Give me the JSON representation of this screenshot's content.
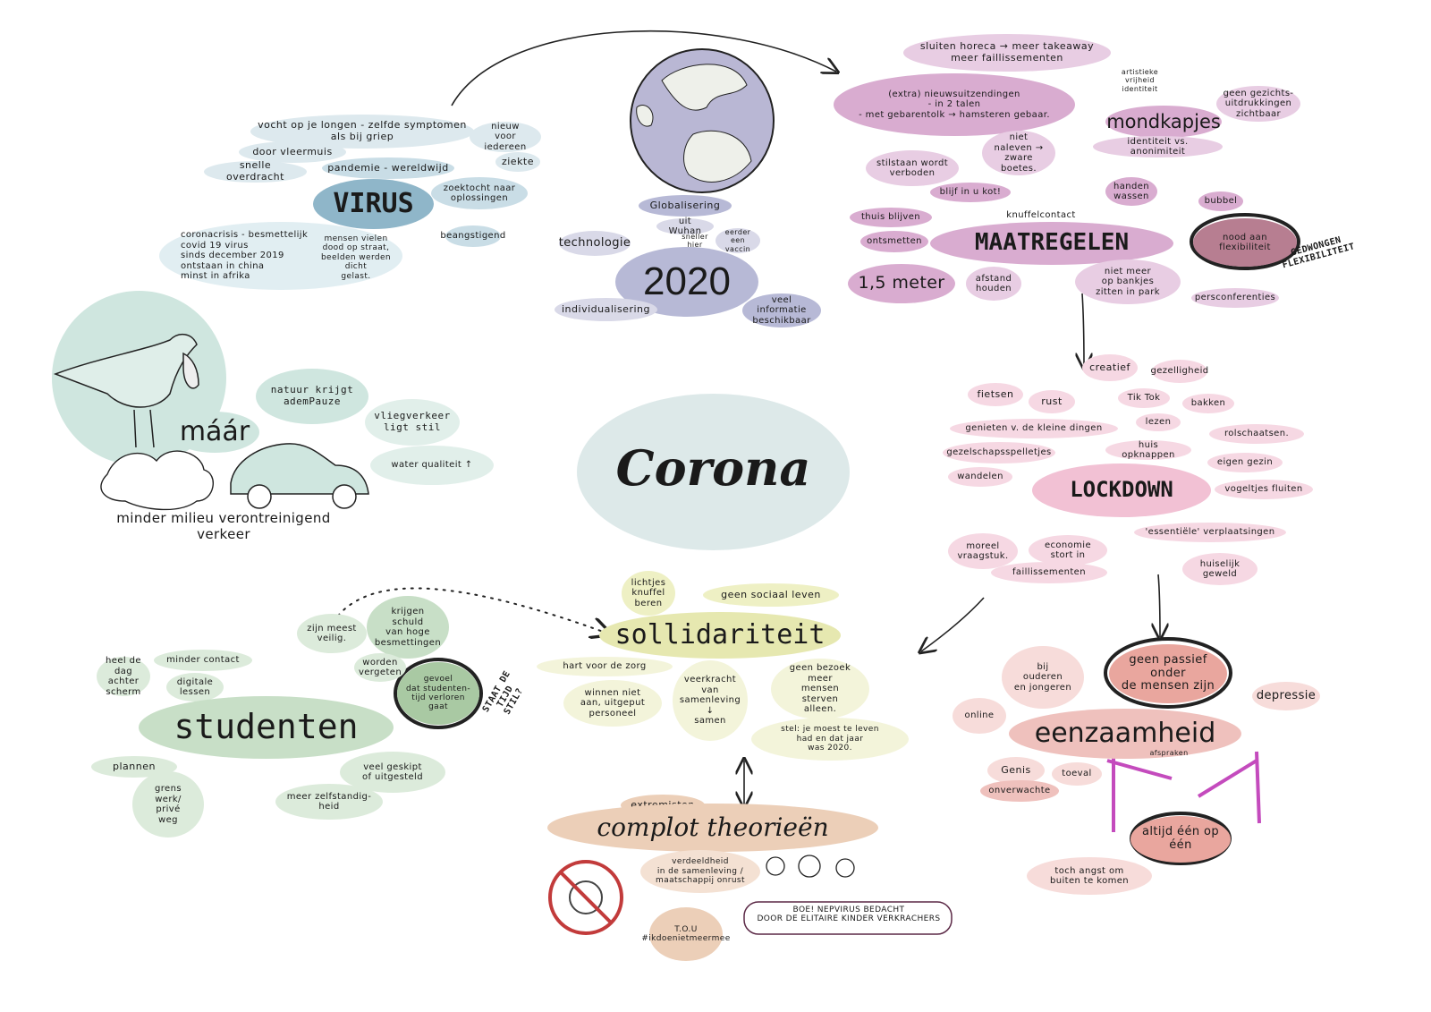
{
  "colors": {
    "virus": "#c9dde6",
    "year": "#b7b9d6",
    "measures": "#d9acd0",
    "lockdown": "#f2c1d4",
    "nature": "#cfe6df",
    "students": "#c8dfc7",
    "solidarity": "#eef0c4",
    "loneliness": "#efc1bd",
    "conspiracy": "#eccfb8",
    "center": "#dde9e9"
  },
  "center": {
    "title": "Corona"
  },
  "virus": {
    "title": "VIRUS",
    "items": [
      "vocht op je longen - zelfde symptomen\nals bij griep",
      "nieuw\nvoor iedereen",
      "door vleermuis",
      "ziekte",
      "snelle overdracht",
      "pandemie - wereldwijd",
      "zoektocht naar\noplossingen",
      "beangstigend",
      "coronacrisis - besmettelijk\ncovid 19 virus\nsinds december 2019\nontstaan in china\nminst in afrika",
      "mensen vielen\ndood op straat,\nbeelden werden\ndicht\ngelast."
    ]
  },
  "year": {
    "title": "2020",
    "items": [
      "Globalisering",
      "uit Wuhan",
      "sneller hier",
      "eerder een\nvaccin",
      "technologie",
      "individualisering",
      "veel informatie\nbeschikbaar"
    ]
  },
  "measures": {
    "title": "MAATREGELEN",
    "items": [
      "sluiten horeca → meer takeaway\nmeer faillissementen",
      "(extra) nieuwsuitzendingen\n- in 2 talen\n- met gebarentolk → hamsteren gebaar.",
      "artistieke vrijheid\nidentiteit",
      "geen gezichts-\nuitdrukkingen\nzichtbaar",
      "niet\nnaleven →\nzware boetes.",
      "identiteit vs. anonimiteit",
      "stilstaan wordt\nverboden",
      "blijf in u kot!",
      "handen\nwassen",
      "bubbel",
      "thuis blijven",
      "knuffelcontact",
      "ontsmetten",
      "nood aan\nflexibiliteit",
      "1,5 meter",
      "afstand\nhouden",
      "niet meer\nop bankjes\nzitten in park",
      "persconferenties"
    ],
    "mask_title": "mondkapjes",
    "forced_label": "GEDWONGEN\nFLEXIBILITEIT"
  },
  "lockdown": {
    "title": "LOCKDOWN",
    "items": [
      "creatief",
      "gezelligheid",
      "fietsen",
      "rust",
      "Tik Tok",
      "bakken",
      "lezen",
      "genieten v. de kleine dingen",
      "rolschaatsen.",
      "huis opknappen",
      "gezelschapsspelletjes",
      "eigen gezin",
      "wandelen",
      "vogeltjes fluiten",
      "'essentiële' verplaatsingen",
      "moreel\nvraagstuk.",
      "economie\nstort in",
      "faillissementen",
      "huiselijk\ngeweld"
    ]
  },
  "nature": {
    "title": "máár",
    "items": [
      "natuur krijgt\nademPauze",
      "vliegverkeer\nligt stil",
      "water qualiteit ↑"
    ],
    "caption": "minder milieu verontreinigend\nverkeer"
  },
  "students": {
    "title": "studenten",
    "items": [
      "heel de\ndag achter\nscherm",
      "minder contact",
      "digitale\nlessen",
      "zijn meest\nveilig.",
      "krijgen\nschuld\nvan hoge\nbesmettingen",
      "worden\nvergeten",
      "gevoel\ndat studenten-\ntijd verloren\ngaat",
      "plannen",
      "grens\nwerk/\nprivé\nweg",
      "veel geskipt\nof uitgesteld",
      "meer zelfstandig-\nheid"
    ],
    "side_label": "STAAT DE TIJD\nSTIL?"
  },
  "solidarity": {
    "title": "sollidariteit",
    "items": [
      "lichtjes\nknuffel\nberen",
      "geen sociaal leven",
      "hart voor de zorg",
      "veerkracht\nvan\nsamenleving\n↓\nsamen",
      "geen bezoek meer\nmensen\nsterven\nalleen.",
      "winnen niet\naan, uitgeput\npersoneel",
      "stel: je moest te leven\nhad en dat jaar\nwas 2020."
    ]
  },
  "conspiracy": {
    "title": "complot theorieën",
    "items": [
      "extremisten",
      "verdeeldheid\nin de samenleving /\nmaatschappij onrust",
      "T.O.U\n#ikdoenietmeermee"
    ],
    "speech": "BOE! NEPVIRUS BEDACHT\nDOOR DE ELITAIRE KINDER VERKRACHERS"
  },
  "loneliness": {
    "title": "eenzaamheid",
    "items": [
      "bij\nouderen\nen jongeren",
      "geen passief\nonder\nde mensen zijn",
      "depressie",
      "online",
      "afspraken",
      "Genis",
      "toeval",
      "onverwachte",
      "altijd één op\néén",
      "toch angst om\nbuiten te komen"
    ]
  }
}
